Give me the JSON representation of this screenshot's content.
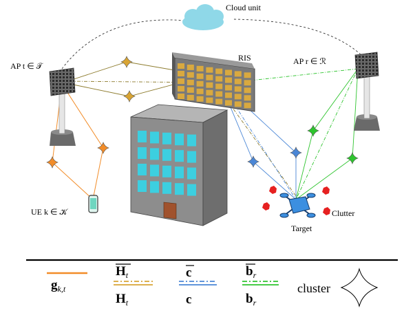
{
  "labels": {
    "cloud": "Cloud unit",
    "ris": "RIS",
    "ap_t": "AP t ∈ 𝒯",
    "ap_r": "AP r ∈ ℛ",
    "ue": "UE k ∈ 𝒦",
    "target": "Target",
    "clutter": "Clutter"
  },
  "legend": {
    "g_main": "g",
    "g_sub": "k,t",
    "Hbar_main": "H",
    "Hbar_sub": "t",
    "H_main": "H",
    "H_sub": "t",
    "cbar": "c",
    "c": "c",
    "bbar_main": "b",
    "bbar_sub": "r",
    "b_main": "b",
    "b_sub": "r",
    "cluster": "cluster"
  },
  "colors": {
    "orange": "#f28c28",
    "olive": "#8c7a2b",
    "blue": "#4a86d6",
    "green": "#2ec42e",
    "legend_gold": "#d8a434",
    "cloud": "#8fd8e8",
    "building": "#8a8a8a",
    "window": "#3ccfe0",
    "ris_tile": "#d9a93f",
    "clutter": "#e62020",
    "drone": "#3c8fe0"
  }
}
